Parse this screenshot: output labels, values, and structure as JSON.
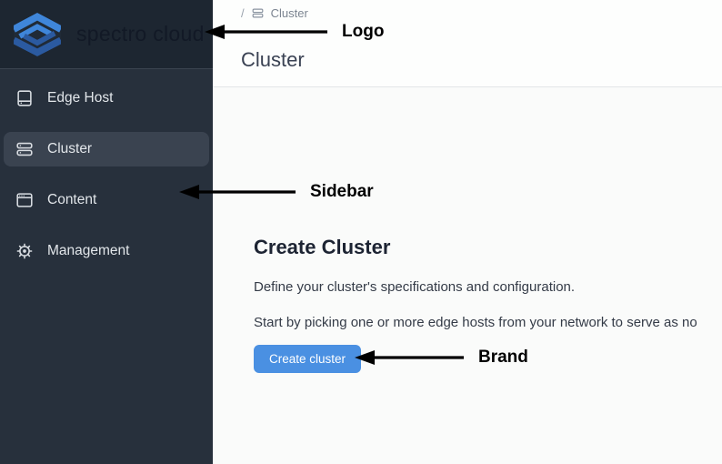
{
  "brand": {
    "name": "spectro cloud",
    "logo_icon": "spectro-cloud-hexagon-s-logo",
    "colors": {
      "logo_light_blue": "#3f86da",
      "logo_dark_blue": "#2b5aa0",
      "accent_blue": "#4a90e2",
      "sidebar_bg": "#27303c",
      "logo_area_bg": "#1d2631",
      "active_item_bg": "#3a4350"
    }
  },
  "sidebar": {
    "items": [
      {
        "label": "Edge Host",
        "icon": "edge-host-icon",
        "active": false
      },
      {
        "label": "Cluster",
        "icon": "cluster-icon",
        "active": true
      },
      {
        "label": "Content",
        "icon": "content-icon",
        "active": false
      },
      {
        "label": "Management",
        "icon": "management-icon",
        "active": false
      }
    ]
  },
  "header": {
    "breadcrumb": {
      "separator": "/",
      "icon": "cluster-icon",
      "label": "Cluster"
    },
    "title": "Cluster"
  },
  "main": {
    "section_title": "Create Cluster",
    "paragraph1": "Define your cluster's specifications and configuration.",
    "paragraph2": "Start by picking one or more edge hosts from your network to serve as no",
    "create_button_label": "Create cluster"
  },
  "annotations": [
    {
      "label": "Logo",
      "target": "brand logo wordmark"
    },
    {
      "label": "Sidebar",
      "target": "navigation sidebar"
    },
    {
      "label": "Brand",
      "target": "create cluster button"
    }
  ]
}
